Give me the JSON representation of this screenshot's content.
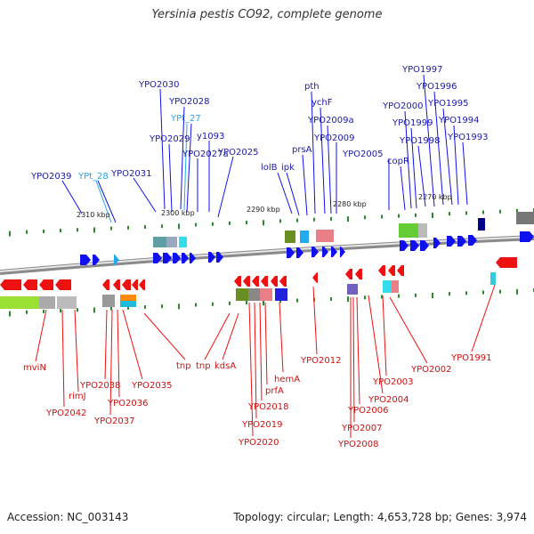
{
  "title": "Yersinia pestis CO92, complete genome",
  "footer": {
    "accession": "Accession: NC_003143",
    "summary": "Topology: circular; Length: 4,653,728 bp; Genes: 3,974"
  },
  "colors": {
    "forward_gene": "#1010ee",
    "reverse_gene": "#ee1111",
    "rna_gene": "#22aaee",
    "backbone": "#999999"
  },
  "kbp_ticks": [
    "2310 kbp",
    "2300 kbp",
    "2290 kbp",
    "2280 kbp",
    "2270 kbp"
  ],
  "forward_labels": [
    "YPO2039",
    "YPt_28",
    "YPO2031",
    "YPO2030",
    "YPO2028",
    "YPt_27",
    "YPO2029",
    "YPO2027a",
    "y1093",
    "YPO2025",
    "lolB",
    "ipk",
    "prsA",
    "pth",
    "ychF",
    "YPO2009a",
    "YPO2009",
    "YPO2005",
    "copR",
    "YPO2000",
    "YPO1999",
    "YPO1998",
    "YPO1997",
    "YPO1996",
    "YPO1995",
    "YPO1994",
    "YPO1993"
  ],
  "rna_labels": [
    "YPt_28",
    "YPt_27"
  ],
  "reverse_labels": [
    "mviN",
    "YPO2042",
    "rimJ",
    "YPO2038",
    "YPO2037",
    "YPO2036",
    "YPO2035",
    "tnp",
    "tnp",
    "kdsA",
    "YPO2020",
    "YPO2019",
    "YPO2018",
    "prfA",
    "hemA",
    "YPO2012",
    "YPO2008",
    "YPO2007",
    "YPO2006",
    "YPO2004",
    "YPO2003",
    "YPO2002",
    "YPO1991"
  ]
}
